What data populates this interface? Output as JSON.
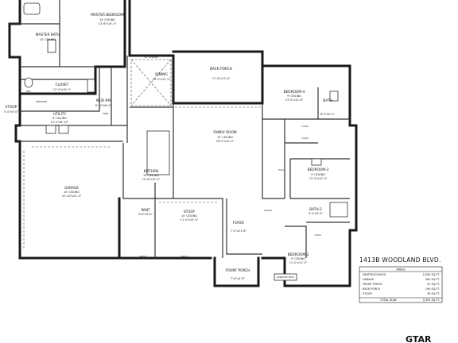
{
  "rooms": {
    "master_bedroom": {
      "name": "MASTER BEDROOM",
      "ceiling": "10' CEILING",
      "size": "13'-6\"x15'-0\""
    },
    "master_bath": {
      "name": "MASTER BATH",
      "ceiling": "10' CEILING",
      "size": ""
    },
    "closet": {
      "name": "CLOSET",
      "size": "12'-0\"x10'-0\""
    },
    "utility": {
      "name": "UTILITY",
      "ceiling": "9' CEILING",
      "size": "12'-0\"x8'-10\""
    },
    "mud_rm": {
      "name": "MUD RM",
      "size": "6'-10\"x8'-0\""
    },
    "stoop": {
      "name": "STOOP",
      "size": "5'-0\"x5'-0\""
    },
    "garage": {
      "name": "GARAGE",
      "ceiling": "10' CEILING",
      "size": "22'-10\"x22'-0\""
    },
    "dining": {
      "name": "DINING",
      "ceiling": "10' CEILING",
      "size": "15'-0\"x12'-0\""
    },
    "back_porch": {
      "name": "BACK PORCH",
      "ceiling": "",
      "size": "17'-6\"x11'-6\""
    },
    "family_room": {
      "name": "FAMILY ROOM",
      "ceiling": "12' CEILING",
      "size": "18'-0\"x22'-0\""
    },
    "kitchen": {
      "name": "KITCHEN",
      "ceiling": "10' CEILING",
      "size": "15'-6\"x15'-0\""
    },
    "bedroom_4": {
      "name": "BEDROOM-4",
      "ceiling": "9' CEILING",
      "size": "13'-0\"x12'-8\""
    },
    "bath": {
      "name": "BATH",
      "ceiling": "",
      "size": "8'-0\"x5'-0\""
    },
    "bedroom_3": {
      "name": "BEDROOM-3",
      "ceiling": "9' CEILING",
      "size": "12'-0\"x12'-0\""
    },
    "bath_2": {
      "name": "BATH-2",
      "size": "5'-0\"x5'-0\""
    },
    "bedroom_2": {
      "name": "BEDROOM-2",
      "ceiling": "9' CEILING",
      "size": "11'-0\"x11'-0\""
    },
    "study": {
      "name": "STUDY",
      "ceiling": "10' CEILING",
      "size": "11'-0\"x10'-0\""
    },
    "pantry": {
      "name": "PANT",
      "size": "5'-8\"x5'-0\""
    },
    "foyer": {
      "name": "FOYER",
      "ceiling": "",
      "size": "7'-0\"x11'-6\""
    },
    "front_porch": {
      "name": "FRONT PORCH",
      "size": "7'-6\"x4'-6\""
    },
    "hall": {
      "name": "HALL"
    },
    "coats": {
      "name": "COATS"
    },
    "clos": {
      "name": "CLOS."
    },
    "window_seat": {
      "name": "WINDOW SEAT"
    },
    "shelf": {
      "name": "SHELF"
    },
    "dresser": {
      "name": "DRESSER"
    },
    "wic": {
      "name": "W/C"
    },
    "sink": {
      "name": "SINK"
    }
  },
  "title": "1413B WOODLAND BLVD.",
  "areas_table": {
    "header": "AREAS",
    "rows": [
      {
        "label": "HEATED/COOLED",
        "value": "2,550 SQ.FT."
      },
      {
        "label": "GARAGE",
        "value": "562 SQ.FT."
      },
      {
        "label": "FRONT PORCH",
        "value": "51 SQ.FT."
      },
      {
        "label": "BACK PORCH",
        "value": "190 SQ.FT."
      },
      {
        "label": "STOOP",
        "value": "39 SQ.FT."
      }
    ],
    "total": {
      "label": "TOTAL SLAB",
      "value": "3,392 SQ.FT."
    }
  },
  "brand": "GTAR"
}
